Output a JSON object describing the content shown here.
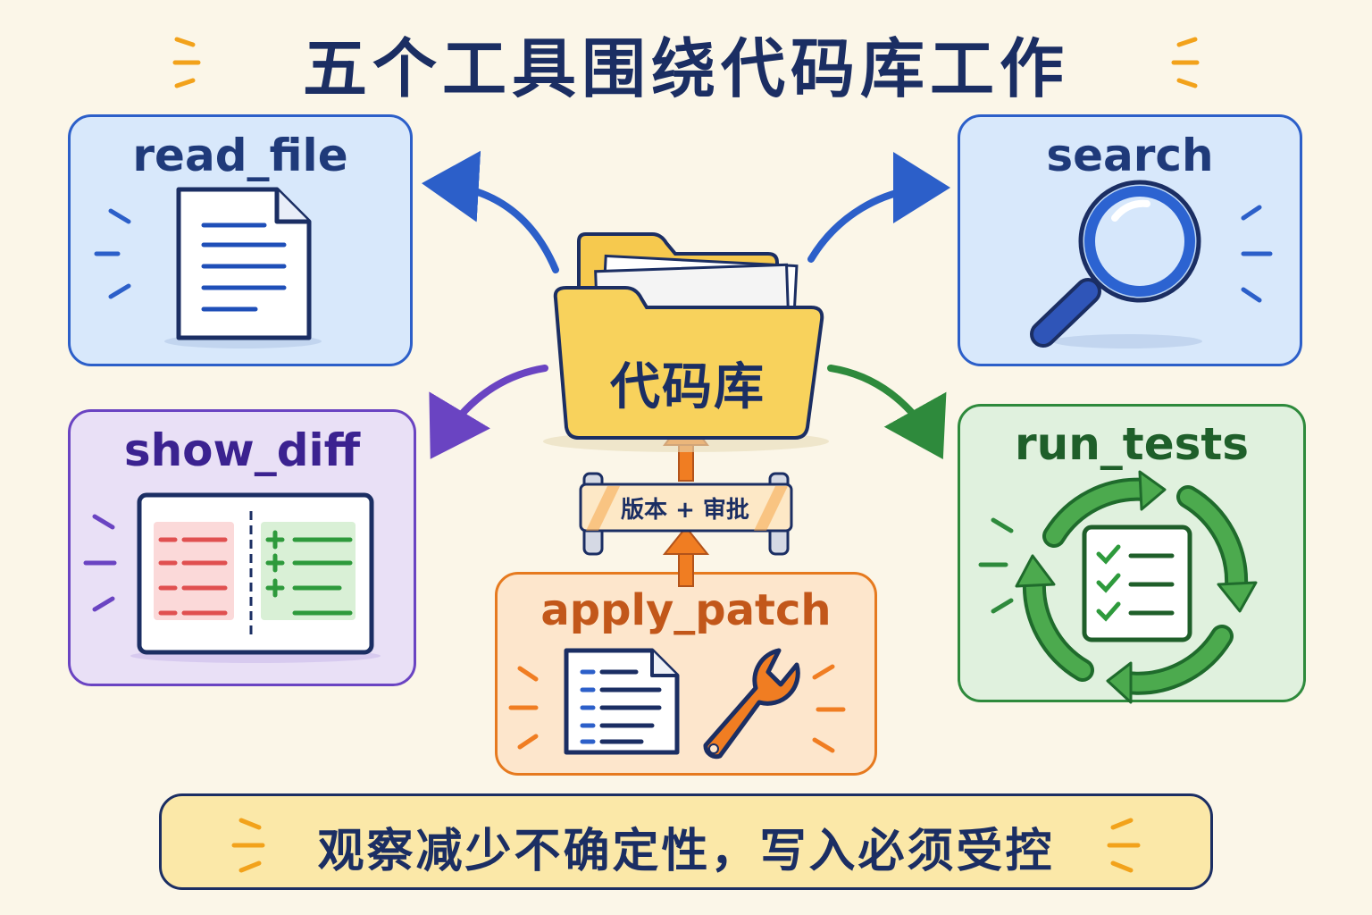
{
  "title": "五个工具围绕代码库工作",
  "center": {
    "label": "代码库",
    "icon": "folder-icon"
  },
  "gate": {
    "label": "版本 + 审批",
    "icon": "barrier-icon"
  },
  "tools": {
    "read_file": {
      "label": "read_file",
      "icon": "document-icon",
      "color": "#2c5fc9"
    },
    "search": {
      "label": "search",
      "icon": "magnifier-icon",
      "color": "#2c5fc9"
    },
    "show_diff": {
      "label": "show_diff",
      "icon": "diff-icon",
      "color": "#6a44c2"
    },
    "run_tests": {
      "label": "run_tests",
      "icon": "test-cycle-icon",
      "color": "#2e8a3c"
    },
    "apply_patch": {
      "label": "apply_patch",
      "icon": "wrench-icon",
      "color": "#e67a1f"
    }
  },
  "footer": {
    "text": "观察减少不确定性，写入必须受控"
  }
}
